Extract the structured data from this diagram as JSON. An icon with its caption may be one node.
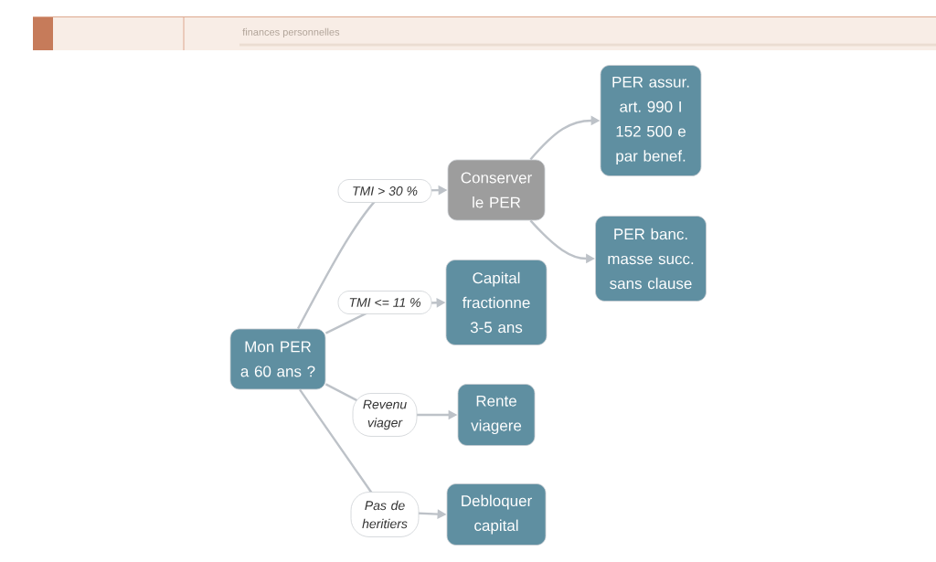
{
  "diagram": {
    "nodes": [
      {
        "text": [
          "Mon PER a 60 ans ?"
        ]
      },
      {
        "text": [
          "Conserver le PER"
        ]
      },
      {
        "text": [
          "Capital fractionne 3-5 ans"
        ]
      },
      {
        "text": [
          "Rente viagere"
        ]
      },
      {
        "text": [
          "Debloquer capital"
        ]
      },
      {
        "text": [
          "PER assur. art. 990 I 152 500 e par benef."
        ]
      },
      {
        "text": [
          "PER banc. masse succ. sans clause"
        ]
      }
    ],
    "edges": [
      {
        "from": 0,
        "to": 1,
        "arrow": "to",
        "label": "TMI > 30 %"
      },
      {
        "from": 0,
        "to": 2,
        "arrow": "to",
        "label": "TMI <= 11 %"
      },
      {
        "from": 0,
        "to": 3,
        "arrow": "to",
        "label": "Revenu viager"
      },
      {
        "from": 0,
        "to": 4,
        "arrow": "to",
        "label": "Pas de heritiers"
      },
      {
        "from": 1,
        "to": 5,
        "arrow": "to"
      },
      {
        "from": 1,
        "to": 6,
        "arrow": "to"
      }
    ],
    "labels": [
      "finances personnelles"
    ]
  }
}
